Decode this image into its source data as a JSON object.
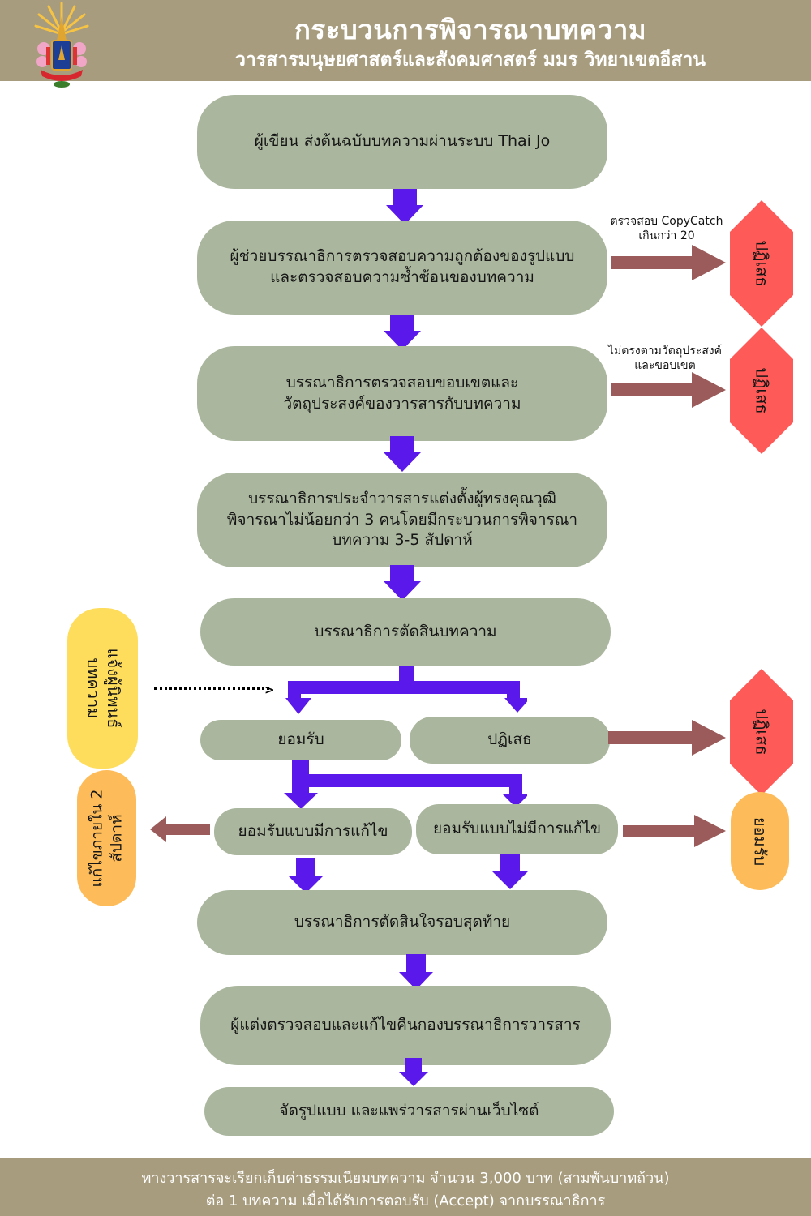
{
  "header": {
    "title": "กระบวนการพิจารณาบทความ",
    "subtitle": "วารสารมนุษยศาสตร์และสังคมศาสตร์ มมร วิทยาเขตอีสาน",
    "logo": "university-emblem"
  },
  "colors": {
    "band": "#a89c7e",
    "step_box": "#aab79e",
    "flow_arrow": "#5b18ea",
    "side_arrow": "#9a5b5a",
    "reject": "#fe5a58",
    "accept": "#fdbc59",
    "notify": "#fedd5c"
  },
  "steps": [
    {
      "lines": [
        "ผู้เขียน ส่งต้นฉบับบทความผ่านระบบ Thai Jo"
      ]
    },
    {
      "lines": [
        "ผู้ช่วยบรรณาธิการตรวจสอบความถูกต้องของรูปแบบ",
        "และตรวจสอบความซ้ำซ้อนของบทความ"
      ]
    },
    {
      "lines": [
        "บรรณาธิการตรวจสอบขอบเขตและ",
        "วัตถุประสงค์ของวารสารกับบทความ"
      ]
    },
    {
      "lines": [
        "บรรณาธิการประจำวารสารแต่งตั้งผู้ทรงคุณวุฒิ",
        "พิจารณาไม่น้อยกว่า 3 คนโดยมีกระบวนการพิจารณา",
        "บทความ 3-5 สัปดาห์"
      ]
    },
    {
      "lines": [
        "บรรณาธิการตัดสินบทความ"
      ]
    }
  ],
  "decision": {
    "accept": "ยอมรับ",
    "reject": "ปฏิเสธ",
    "accept_with_revision": "ยอมรับแบบมีการแก้ไข",
    "accept_without_revision": "ยอมรับแบบไม่มีการแก้ไข"
  },
  "final_steps": [
    "บรรณาธิการตัดสินใจรอบสุดท้าย",
    "ผู้แต่งตรวจสอบและแก้ไขคืนกองบรรณาธิการวารสาร",
    "จัดรูปแบบ และแพร่วารสารผ่านเว็บไซต์"
  ],
  "side_notes": {
    "copycatch": [
      "ตรวจสอบ CopyCatch",
      "เกินกว่า 20"
    ],
    "scope": [
      "ไม่ตรงตามวัตถุประสงค์",
      "และขอบเขต"
    ]
  },
  "outcomes": {
    "reject_label": "ปฏิเสธ",
    "accept_label": "ยอมรับ",
    "notify_author": [
      "แจ้งผู้นิพนธ์",
      "บทความ"
    ],
    "revise_within": [
      "แก้ไขภายใน 2",
      "สัปดาห์"
    ]
  },
  "footer": {
    "line1": "ทางวารสารจะเรียกเก็บค่าธรรมเนียมบทความ จำนวน 3,000 บาท (สามพันบาทถ้วน)",
    "line2": "ต่อ 1 บทความ เมื่อได้รับการตอบรับ (Accept) จากบรรณาธิการ"
  }
}
